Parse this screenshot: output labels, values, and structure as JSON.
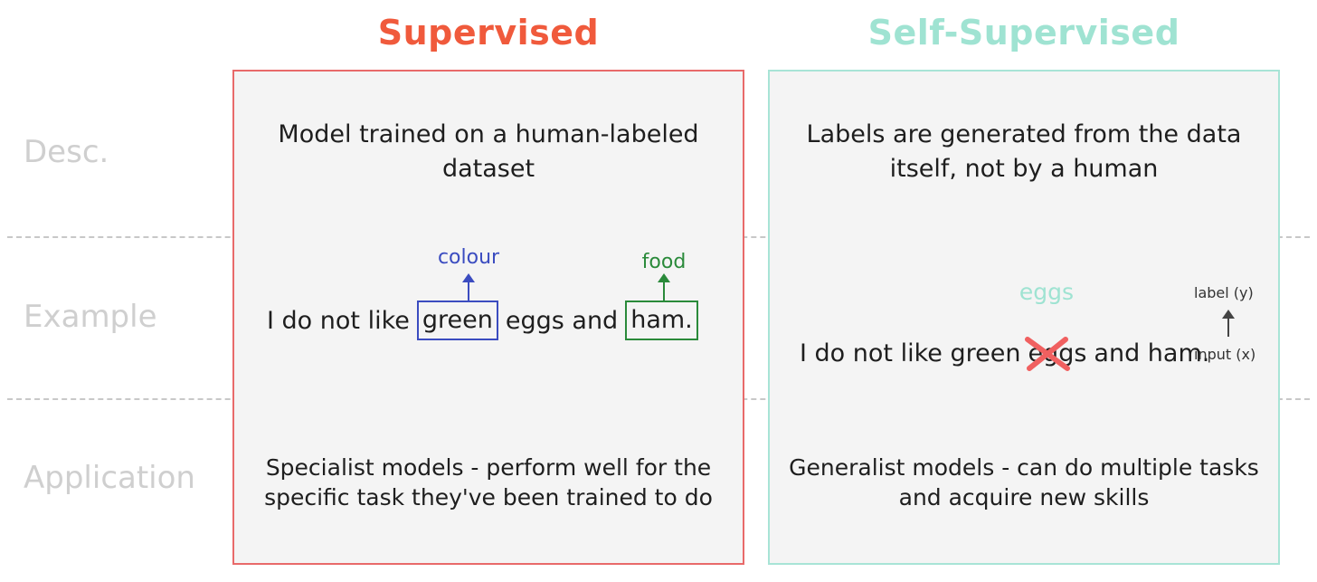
{
  "columns": {
    "supervised": {
      "title": "Supervised",
      "color": "#f05a3c",
      "border": "#e86a6a"
    },
    "self_supervised": {
      "title": "Self-Supervised",
      "color": "#9fe3d2",
      "border": "#a8e4d6"
    }
  },
  "rows": {
    "desc": "Desc.",
    "example": "Example",
    "application": "Application"
  },
  "supervised": {
    "desc": "Model trained on a human-labeled dataset",
    "sentence": {
      "part1": "I do not like",
      "word_green": "green",
      "part2": "eggs and",
      "word_ham": "ham."
    },
    "tag_colour": "colour",
    "tag_colour_color": "#3b4cc0",
    "tag_food": "food",
    "tag_food_color": "#2a8a3a",
    "application": "Specialist models - perform well for the specific task they've been trained to do"
  },
  "self_supervised": {
    "desc": "Labels are generated from the data itself, not by a human",
    "sentence": {
      "part1": "I do not like green",
      "masked": "eggs",
      "part2": "and ham."
    },
    "predicted_word": "eggs",
    "label_y": "label (y)",
    "input_x": "input (x)",
    "cross_color": "#f06060",
    "application": "Generalist models - can do multiple tasks and acquire new skills"
  }
}
